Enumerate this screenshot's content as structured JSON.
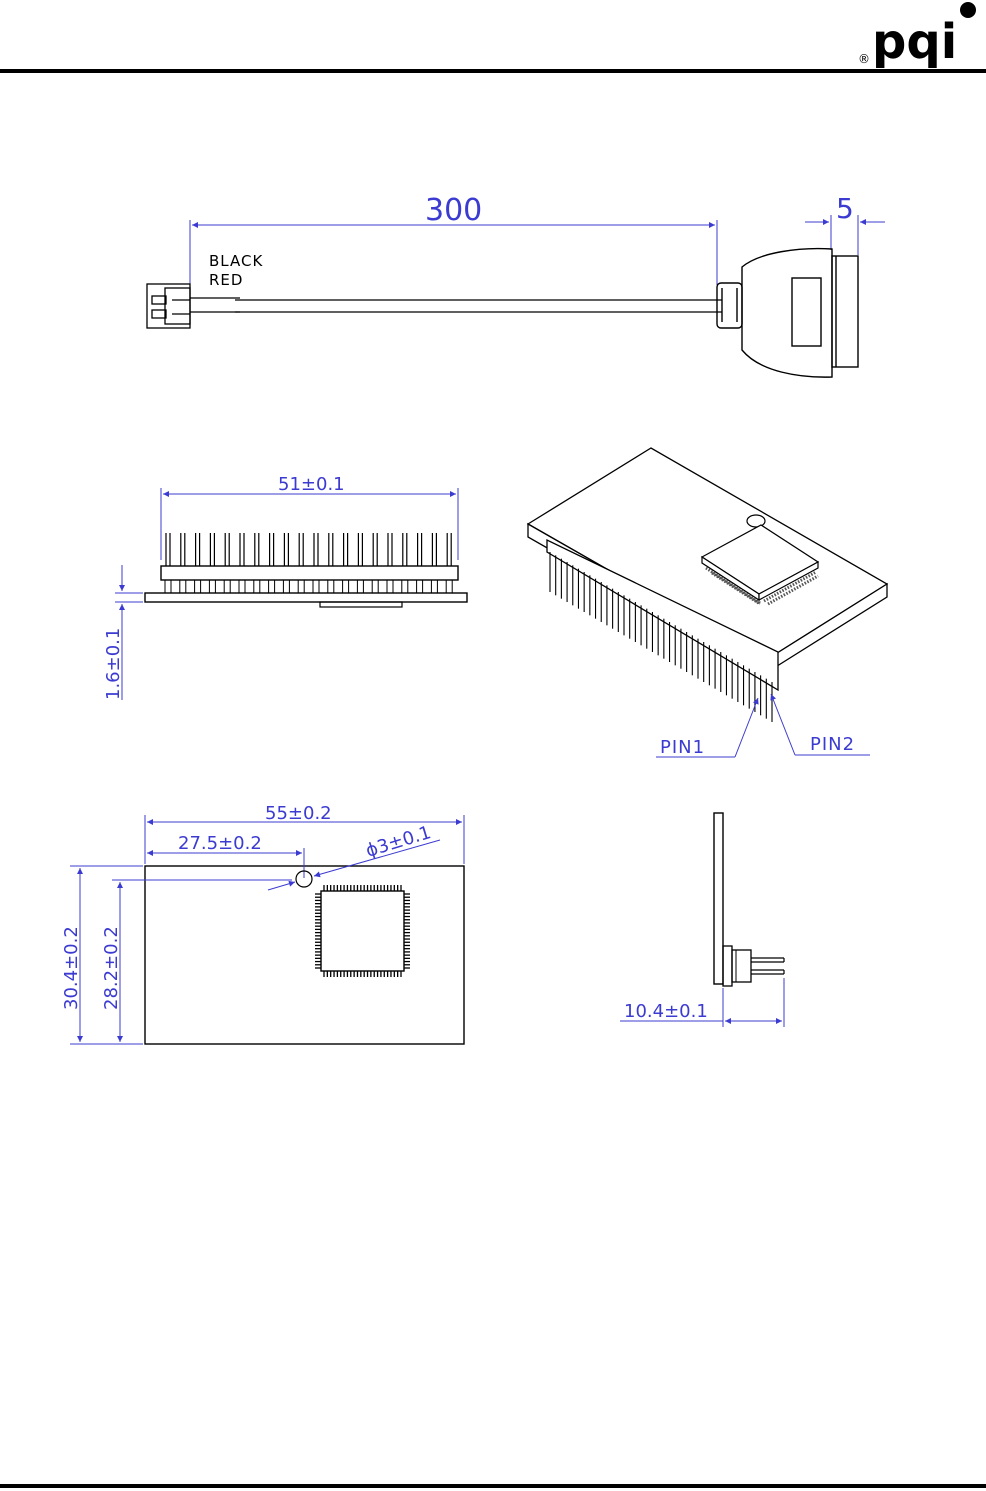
{
  "header": {
    "logo_text": "pqi",
    "registered_mark": "®"
  },
  "colors": {
    "dimension": "#3b3bd1",
    "outline": "#000000",
    "hatch": "#555555"
  },
  "cable_view": {
    "length_dim": "300",
    "end_dim": "5",
    "wire_labels": [
      "BLACK",
      "RED"
    ]
  },
  "side_view": {
    "width_dim": "51±0.1",
    "thickness_dim": "1.6±0.1"
  },
  "iso_view": {
    "pin1_label": "PIN1",
    "pin2_label": "PIN2"
  },
  "top_view": {
    "width_dim": "55±0.2",
    "hole_offset_dim": "27.5±0.2",
    "hole_dia_dim": "ϕ3±0.1",
    "height_dim": "30.4±0.2",
    "hole_height_dim": "28.2±0.2"
  },
  "end_view": {
    "depth_dim": "10.4±0.1"
  }
}
